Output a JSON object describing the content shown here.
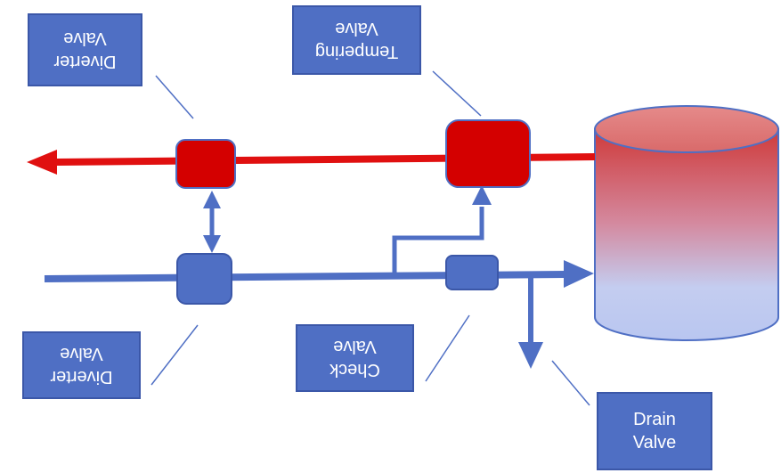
{
  "labels": {
    "diverter_top": [
      "Diverter",
      "Valve"
    ],
    "tempering": [
      "Tempering",
      "Valve"
    ],
    "diverter_bottom": [
      "Diverter",
      "Valve"
    ],
    "check": [
      "Check",
      "Valve"
    ],
    "drain": [
      "Drain",
      "Valve"
    ]
  },
  "colors": {
    "hot_line": "#e01010",
    "cold_line": "#4f6fc4",
    "valve_hot": "#d40000",
    "valve_cold": "#4f6fc4",
    "label_bg": "#4f6fc4",
    "tank_top": "#e06a6a",
    "tank_bottom": "#c9d2f2"
  }
}
